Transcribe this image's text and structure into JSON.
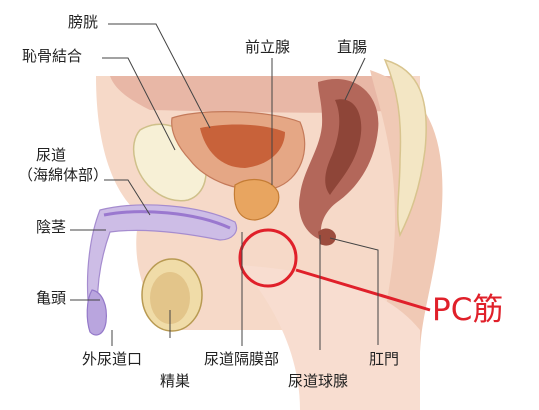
{
  "labels": {
    "bladder": "膀胱",
    "pubic_symphysis": "恥骨結合",
    "prostate": "前立腺",
    "rectum": "直腸",
    "urethra": "尿道",
    "urethra_sub": "（海綿体部）",
    "penis": "陰茎",
    "glans": "亀頭",
    "external_urethral_orifice": "外尿道口",
    "testis": "精巣",
    "membranous_urethra": "尿道隔膜部",
    "bulbourethral_gland": "尿道球腺",
    "anus": "肛門",
    "pc_muscle": "PC筋"
  },
  "colors": {
    "highlight": "#e0202a",
    "label_text": "#222222",
    "leader_line": "#444444"
  }
}
